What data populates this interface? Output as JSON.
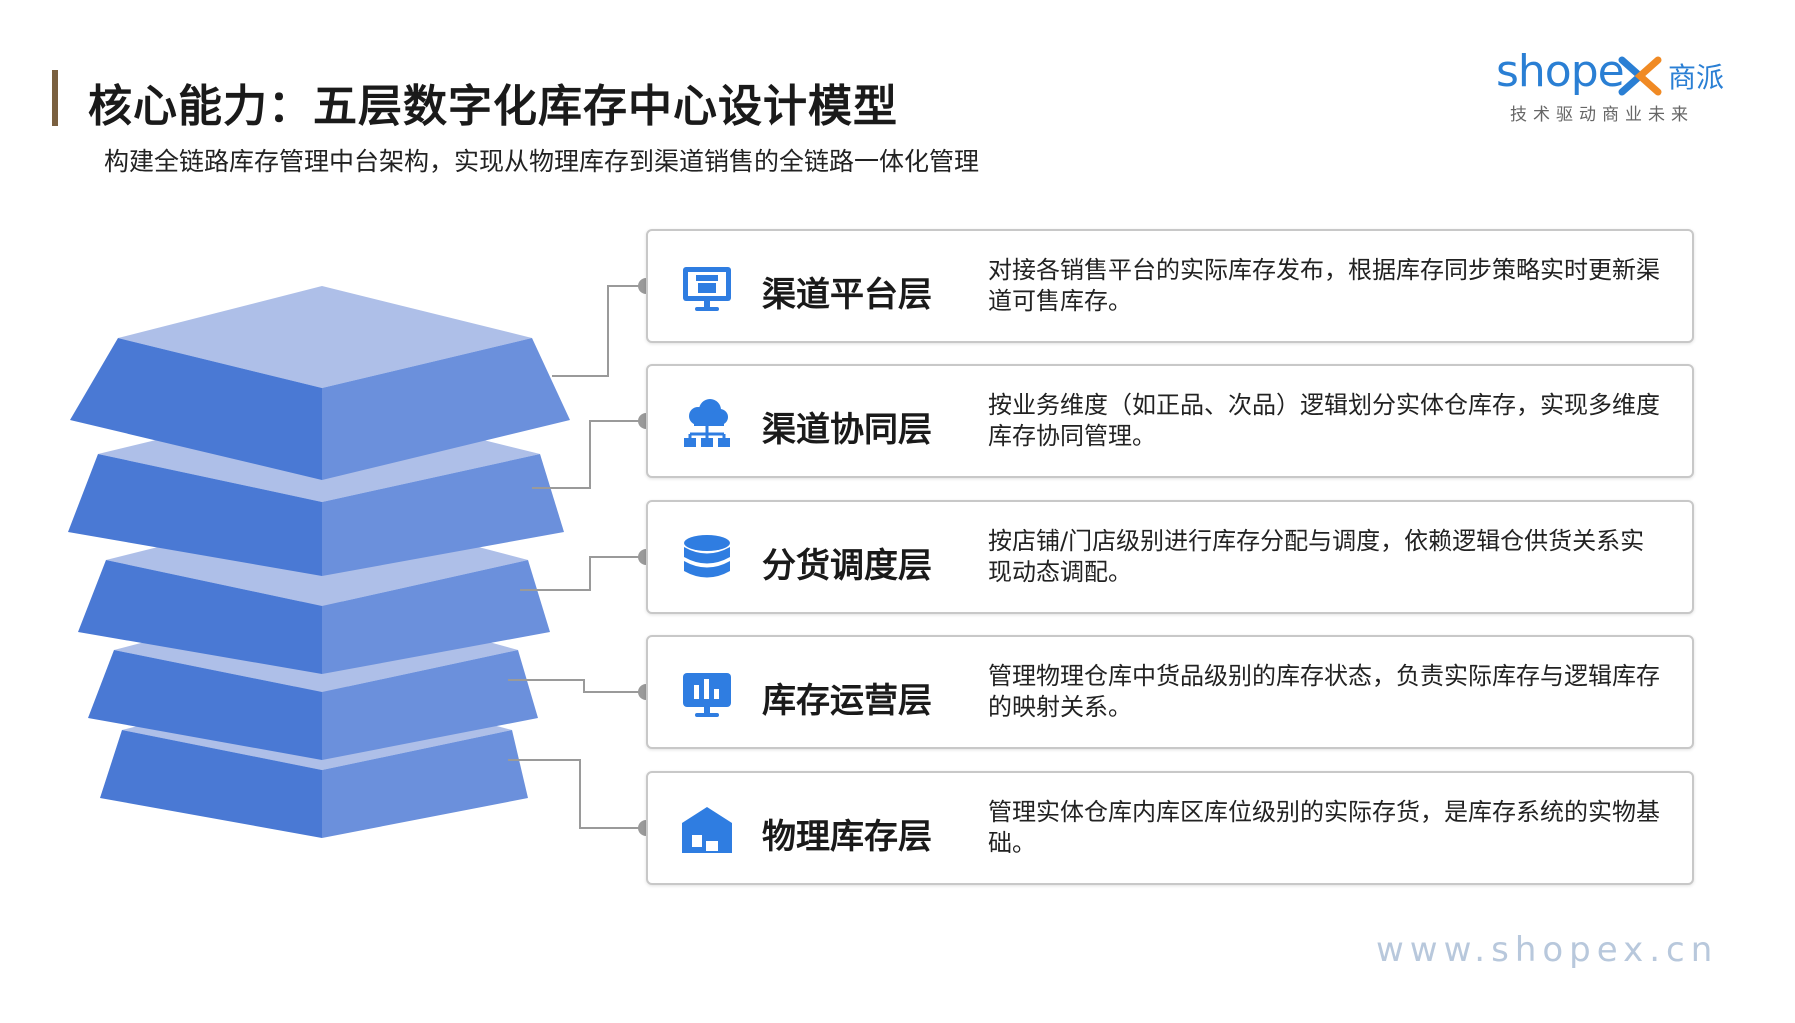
{
  "header": {
    "title": "核心能力：五层数字化库存中心设计模型",
    "subtitle": "构建全链路库存管理中台架构，实现从物理库存到渠道销售的全链路一体化管理"
  },
  "logo": {
    "wordmark": "shope",
    "wordmark_x": "x",
    "chinese": "商派",
    "tagline": "技术驱动商业未来",
    "brand_color": "#2a7fd4",
    "accent_color": "#f08a24"
  },
  "layers": [
    {
      "icon": "monitor-store-icon",
      "name": "渠道平台层",
      "desc": "对接各销售平台的实际库存发布，根据库存同步策略实时更新渠道可售库存。"
    },
    {
      "icon": "cloud-network-icon",
      "name": "渠道协同层",
      "desc": "按业务维度（如正品、次品）逻辑划分实体仓库存，实现多维度库存协同管理。"
    },
    {
      "icon": "database-icon",
      "name": "分货调度层",
      "desc": "按店铺/门店级别进行库存分配与调度，依赖逻辑仓供货关系实现动态调配。"
    },
    {
      "icon": "bar-chart-monitor-icon",
      "name": "库存运营层",
      "desc": "管理物理仓库中货品级别的库存状态，负责实际库存与逻辑库存的映射关系。"
    },
    {
      "icon": "warehouse-icon",
      "name": "物理库存层",
      "desc": "管理实体仓库内库区库位级别的实际存货，是库存系统的实物基础。"
    }
  ],
  "colors": {
    "icon_blue": "#2f7de1",
    "stack_top": "#aebfe8",
    "stack_left": "#4a79d4",
    "stack_right": "#6b90dc"
  },
  "footer": {
    "url": "www.shopex.cn"
  }
}
